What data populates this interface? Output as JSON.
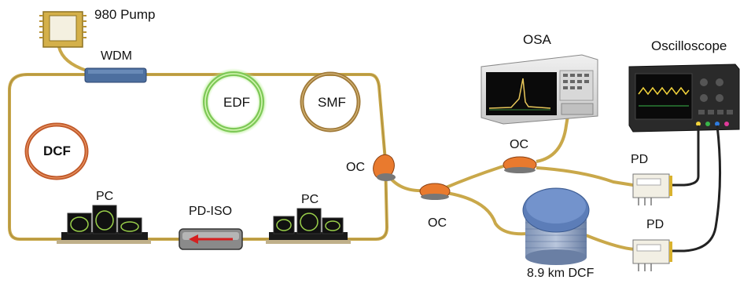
{
  "labels": {
    "pump": "980 Pump",
    "wdm": "WDM",
    "edf": "EDF",
    "smf": "SMF",
    "dcf_ring": "DCF",
    "pc_left": "PC",
    "pd_iso": "PD-ISO",
    "pc_right": "PC",
    "oc_main": "OC",
    "oc_lower": "OC",
    "oc_upper": "OC",
    "osa": "OSA",
    "oscilloscope": "Oscilloscope",
    "pd_upper": "PD",
    "pd_lower": "PD",
    "dcf_spool": "8.9 km DCF"
  },
  "colors": {
    "fiber": "#c9a84a",
    "edf_ring": "#7dc857",
    "smf_ring": "#a07a3a",
    "dcf_ring": "#c0592a",
    "coupler": "#e97a2e",
    "wdm": "#4d6f9f",
    "isolator_arrow": "#d42020",
    "spool": "#5c7db8",
    "cable": "#222222"
  }
}
